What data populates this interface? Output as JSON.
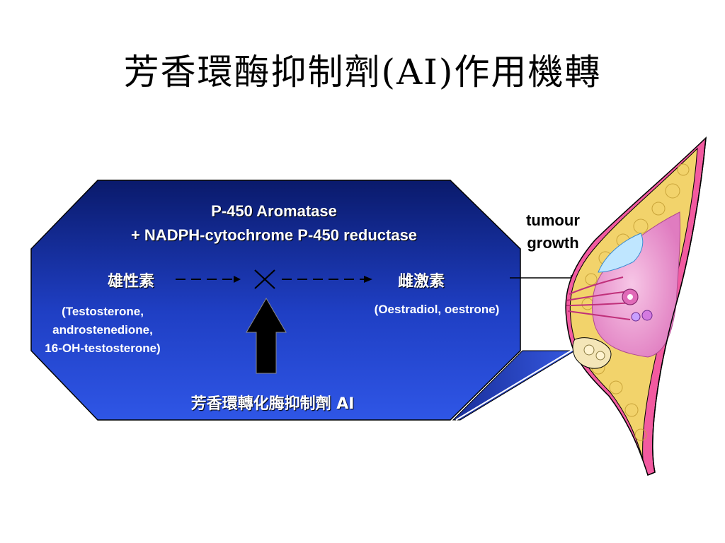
{
  "slide": {
    "title": "芳香環酶抑制劑(AI)作用機轉"
  },
  "enzyme": {
    "line1": "P-450 Aromatase",
    "line2": "+ NADPH-cytochrome P-450 reductase"
  },
  "substrate": {
    "label": "雄性素",
    "detail_line1": "(Testosterone,",
    "detail_line2": "androstenedione,",
    "detail_line3": "16-OH-testosterone)"
  },
  "product": {
    "label": "雌激素",
    "detail": "(Oestradiol, oestrone)"
  },
  "inhibitor": {
    "label": "芳香環轉化脢抑制劑 AI"
  },
  "tumour": {
    "line1": "tumour",
    "line2": "growth"
  },
  "colors": {
    "box_dark": "#0a1a6b",
    "box_light": "#2b4fd8",
    "text_white": "#ffffff",
    "arrow": "#000000",
    "tissue_pink": "#e88bc9",
    "fat_yellow": "#f2d36b",
    "skin_pink": "#f25aa0"
  },
  "icons": {
    "blocked": "x-mark-icon",
    "inhibition": "up-arrow-icon",
    "breast": "breast-cross-section-icon"
  }
}
